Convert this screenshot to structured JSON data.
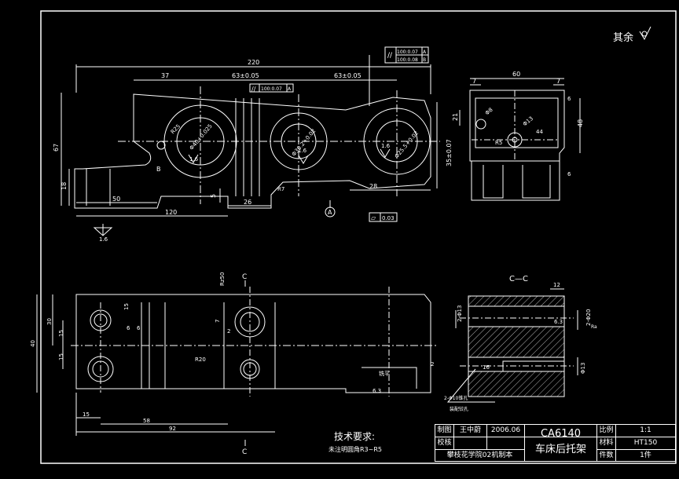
{
  "surface_note": "其余",
  "tech": {
    "title": "技术要求:",
    "note": "未注明圆角R3~R5"
  },
  "section_label": "C—C",
  "section_mark": "C",
  "datum": "A",
  "title_block": {
    "drawn_label": "制图",
    "drawn_name": "王中蔚",
    "date": "2006.06",
    "check_label": "校核",
    "school": "攀枝花学院02机制本",
    "part_code": "CA6140",
    "part_name": "车床后托架",
    "scale_label": "比例",
    "scale": "1:1",
    "material_label": "材料",
    "material": "HT150",
    "qty_label": "件数",
    "qty": "1件"
  },
  "dims_front": {
    "overall": "220",
    "d37": "37",
    "d63a": "63±0.05",
    "d63b": "63±0.05",
    "d67": "67",
    "d18": "18",
    "d50": "50",
    "d120": "120",
    "d26": "26",
    "d28": "28",
    "d35": "35±0.07",
    "d5": "5",
    "r25": "R25",
    "hole1": "Φ40+0.025",
    "hole2": "Φ30.2+0.02",
    "hole3": "Φ25.5+0.02",
    "r7": "R7",
    "rough": "1.6",
    "par1": "100:0.07",
    "par2": "100:0.08",
    "flat": "0.03",
    "frame_a": "A",
    "frame_b": "B",
    "fc1": "//",
    "fc2": "//",
    "fc3": "▱"
  },
  "dims_side": {
    "d60": "60",
    "d7a": "7",
    "d7b": "7",
    "d48": "48",
    "d21": "21",
    "d6a": "6",
    "d6b": "6",
    "d8": "Φ8",
    "d13": "Φ13",
    "r5": "R5",
    "d44": "44"
  },
  "dims_top": {
    "d15a": "15",
    "d15b": "15",
    "d30": "30",
    "d40": "40",
    "d15c": "15",
    "d58": "58",
    "d92": "92",
    "d6": "6",
    "d2a": "2",
    "d2b": "2",
    "d7": "7",
    "d15d": "15",
    "r20": "R20",
    "rz50": "Rz50",
    "flat_note": "铣平",
    "rough63": "6.3",
    "d6t": "6"
  },
  "dims_section": {
    "d12": "12",
    "d13a": "2-Φ13",
    "d20": "2-Φ20",
    "d13b": "Φ13",
    "d16": "16",
    "note1": "2-Φ10锥孔",
    "note2": "装配铰孔",
    "r63": "6.3",
    "ra": "Ra"
  }
}
